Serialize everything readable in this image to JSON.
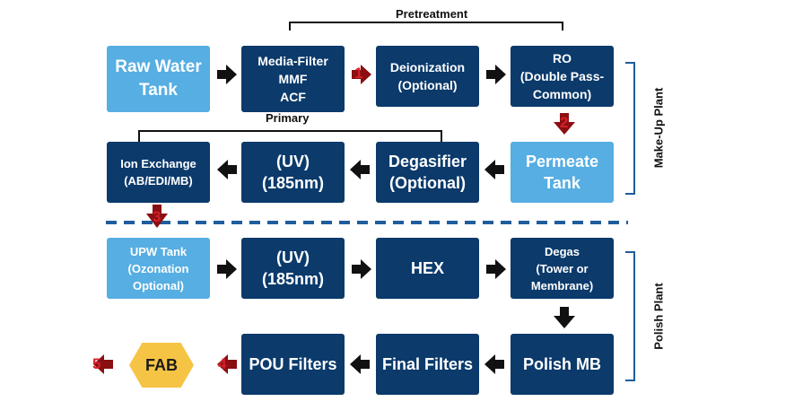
{
  "labels": {
    "pretreatment": "Pretreatment",
    "primary": "Primary",
    "makeup_plant": "Make-Up Plant",
    "polish_plant": "Polish Plant"
  },
  "boxes": {
    "raw_water_tank": [
      "Raw Water",
      "Tank"
    ],
    "media_filter": [
      "Media-Filter",
      "MMF",
      "ACF"
    ],
    "deionization": [
      "Deionization",
      "(Optional)"
    ],
    "ro": [
      "RO",
      "(Double Pass-",
      "Common)"
    ],
    "permeate_tank": [
      "Permeate",
      "Tank"
    ],
    "degasifier": [
      "Degasifier",
      "(Optional)"
    ],
    "uv_primary": [
      "(UV)",
      "(185nm)"
    ],
    "ion_exchange": [
      "Ion Exchange",
      "(AB/EDI/MB)"
    ],
    "upw_tank": [
      "UPW Tank",
      "(Ozonation",
      "Optional)"
    ],
    "uv_polish": [
      "(UV)",
      "(185nm)"
    ],
    "hex": [
      "HEX"
    ],
    "degas": [
      "Degas",
      "(Tower or",
      "Membrane)"
    ],
    "polish_mb": [
      "Polish MB"
    ],
    "final_filters": [
      "Final Filters"
    ],
    "pou_filters": [
      "POU Filters"
    ],
    "fab": "FAB"
  },
  "markers": [
    "1",
    "2",
    "3",
    "4",
    "5"
  ],
  "colors": {
    "dark_box": "#0b3a6b",
    "light_box": "#56aee2",
    "divider": "#1f5d9c",
    "fab": "#f6c445",
    "marker": "#d4202a"
  }
}
